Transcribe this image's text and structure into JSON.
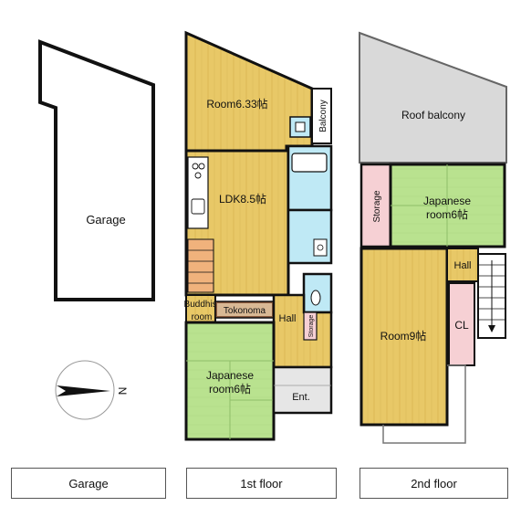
{
  "colors": {
    "garage_fill": "#ffffff",
    "wood_floor": "#e8c867",
    "wood_grain": "#c9a446",
    "tatami": "#b9e28f",
    "tatami_border": "#8fbf6a",
    "wet_area": "#bfe9f5",
    "storage_pink": "#f6d0d4",
    "roof_balcony": "#d9d9d9",
    "tokonoma": "#8b5a3c",
    "entrance": "#e6e6e6",
    "wall": "#111111"
  },
  "garage": {
    "label": "Garage"
  },
  "first_floor": {
    "room_label": "Room6.33帖",
    "balcony_label": "Balcony",
    "ldk_label": "LDK8.5帖",
    "buddhist_label_1": "Buddhist",
    "buddhist_label_2": "room",
    "tokonoma_label": "Tokonoma",
    "hall_label": "Hall",
    "storage_label": "Storage",
    "japanese_label_1": "Japanese",
    "japanese_label_2": "room6帖",
    "entrance_label": "Ent."
  },
  "second_floor": {
    "roof_balcony_label": "Roof balcony",
    "storage_label": "Storage",
    "japanese_label_1": "Japanese",
    "japanese_label_2": "room6帖",
    "hall_label": "Hall",
    "room_label": "Room9帖",
    "closet_label": "CL"
  },
  "compass": {
    "north_label": "N"
  },
  "captions": {
    "garage": "Garage",
    "first_floor": "1st floor",
    "second_floor": "2nd floor"
  }
}
